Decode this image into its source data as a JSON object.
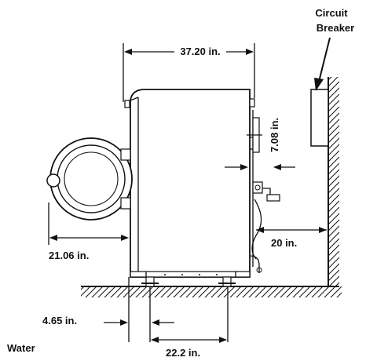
{
  "labels": {
    "width_top": "37.20 in.",
    "circuit_breaker_line1": "Circuit",
    "circuit_breaker_line2": "Breaker",
    "vent_offset": "7.08 in.",
    "wall_clearance": "20 in.",
    "door_depth": "21.06 in.",
    "foot_offset": "4.65 in.",
    "foot_spacing": "22.2 in.",
    "water": "Water"
  },
  "colors": {
    "line": "#111111",
    "background": "#ffffff"
  }
}
